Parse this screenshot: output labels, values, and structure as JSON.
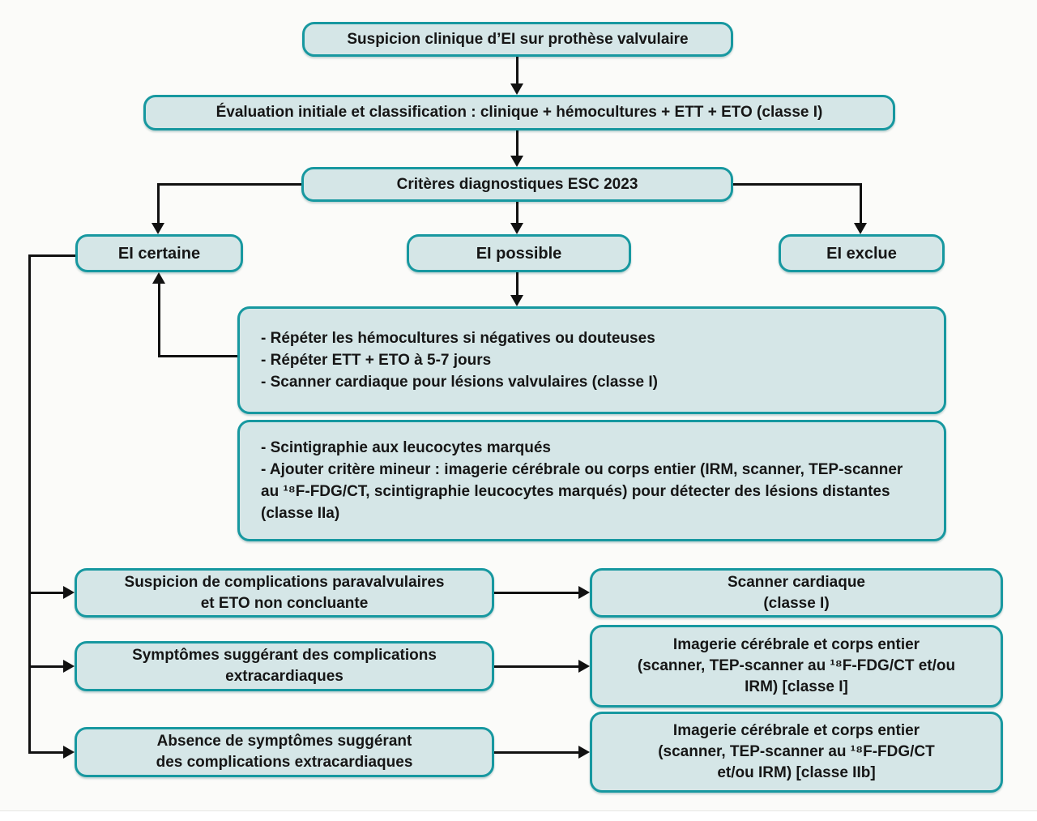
{
  "diagram": {
    "type": "flowchart",
    "language": "fr",
    "topic": "Algorithme diagnostique de l'endocardite infectieuse (EI) sur prothèse valvulaire",
    "colors": {
      "box_fill": "#d5e6e7",
      "box_border": "#1798a0",
      "arrow": "#111111",
      "background": "#fbfbf9"
    },
    "nodes": {
      "suspicion": {
        "label": "Suspicion clinique d’EI sur prothèse valvulaire"
      },
      "evaluation": {
        "label": "Évaluation initiale et classification : clinique + hémocultures + ETT + ETO (classe I)"
      },
      "criteres": {
        "label": "Critères diagnostiques ESC 2023"
      },
      "ei_certaine": {
        "label": "EI certaine"
      },
      "ei_possible": {
        "label": "EI possible"
      },
      "ei_exclue": {
        "label": "EI exclue"
      },
      "repeat_actions": {
        "lines": [
          "- Répéter les hémocultures si négatives ou douteuses",
          "- Répéter ETT + ETO à 5-7 jours",
          "- Scanner cardiaque pour lésions valvulaires (classe I)"
        ]
      },
      "scintigraphy": {
        "lines": [
          "- Scintigraphie aux leucocytes marqués",
          "- Ajouter critère mineur : imagerie cérébrale ou corps entier (IRM, scanner, TEP-scanner au ¹⁸F-FDG/CT, scintigraphie leucocytes marqués) pour détecter des lésions distantes (classe IIa)"
        ]
      },
      "paravalvular": {
        "lines": [
          "Suspicion de complications paravalvulaires",
          "et ETO non concluante"
        ]
      },
      "cardiac_ct": {
        "lines": [
          "Scanner cardiaque",
          "(classe I)"
        ]
      },
      "symptoms": {
        "lines": [
          "Symptômes suggérant des complications",
          "extracardiaques"
        ]
      },
      "imaging_class1": {
        "lines": [
          "Imagerie cérébrale et corps entier",
          "(scanner, TEP-scanner au ¹⁸F-FDG/CT et/ou",
          "IRM) [classe I]"
        ]
      },
      "no_symptoms": {
        "lines": [
          "Absence de symptômes suggérant",
          "des complications extracardiaques"
        ]
      },
      "imaging_class2b": {
        "lines": [
          "Imagerie cérébrale et corps entier",
          "(scanner, TEP-scanner au ¹⁸F-FDG/CT",
          "et/ou IRM) [classe IIb]"
        ]
      }
    }
  }
}
